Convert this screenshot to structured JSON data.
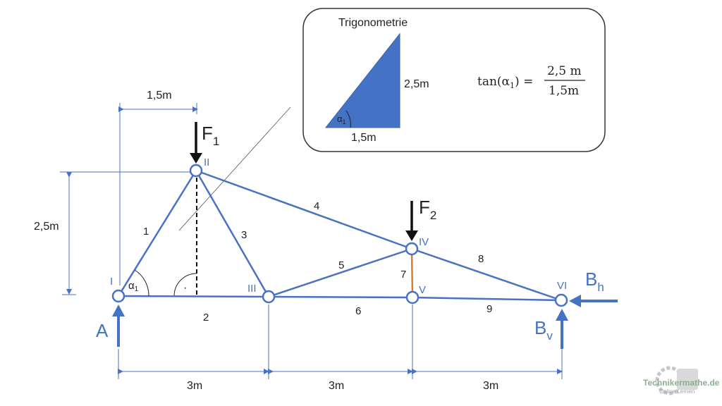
{
  "inset": {
    "title": "Trigonometrie",
    "height_label": "2,5m",
    "base_label": "1,5m",
    "angle_symbol": "α",
    "angle_sub": "1",
    "formula_lhs": "tan(α",
    "formula_lhs_sub": "1",
    "formula_lhs_close": ") =",
    "formula_num": "2,5 m",
    "formula_den": "1,5m"
  },
  "nodes": {
    "n1": "I",
    "n2": "II",
    "n3": "III",
    "n4": "IV",
    "n5": "V",
    "n6": "VI"
  },
  "members": {
    "m1": "1",
    "m2": "2",
    "m3": "3",
    "m4": "4",
    "m5": "5",
    "m6": "6",
    "m7": "7",
    "m8": "8",
    "m9": "9"
  },
  "forces": {
    "f1": "F",
    "f1_sub": "1",
    "f2": "F",
    "f2_sub": "2",
    "a": "A",
    "bh": "B",
    "bh_sub": "h",
    "bv": "B",
    "bv_sub": "v"
  },
  "dimensions": {
    "top_width": "1,5m",
    "height": "2,5m",
    "span1": "3m",
    "span2": "3m",
    "span3": "3m"
  },
  "angle": {
    "symbol": "α",
    "sub": "1",
    "right_angle_dot": "·"
  },
  "watermark": {
    "line1": "Technikermathe.de",
    "line2": "Online Lernen"
  }
}
